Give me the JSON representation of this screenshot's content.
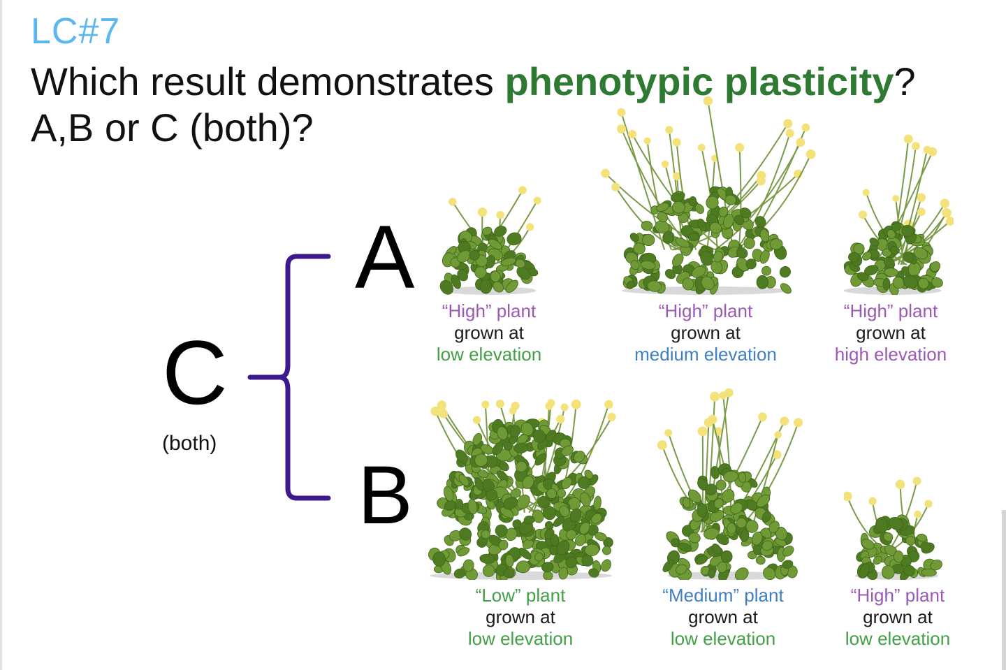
{
  "slide": {
    "code": "LC#7",
    "question_line1_pre": "Which result demonstrates ",
    "question_highlight": "phenotypic plasticity",
    "question_line1_post": "?",
    "question_line2": "A,B or C (both)?",
    "label_a": "A",
    "label_b": "B",
    "label_c": "C",
    "label_both": "(both)"
  },
  "row_a": [
    {
      "plant": "“High” plant",
      "grown": "grown at",
      "elevation": "low elevation",
      "plant_color": "#9b59b6",
      "elevation_color": "#43a047"
    },
    {
      "plant": "“High” plant",
      "grown": "grown at",
      "elevation": "medium elevation",
      "plant_color": "#9b59b6",
      "elevation_color": "#3f7fc2"
    },
    {
      "plant": "“High” plant",
      "grown": "grown at",
      "elevation": "high elevation",
      "plant_color": "#9b59b6",
      "elevation_color": "#9b59b6"
    }
  ],
  "row_b": [
    {
      "plant": "“Low” plant",
      "grown": "grown at",
      "elevation": "low elevation",
      "plant_color": "#43a047",
      "elevation_color": "#43a047"
    },
    {
      "plant": "“Medium” plant",
      "grown": "grown at",
      "elevation": "low elevation",
      "plant_color": "#3f7fc2",
      "elevation_color": "#43a047"
    },
    {
      "plant": "“High” plant",
      "grown": "grown at",
      "elevation": "low elevation",
      "plant_color": "#9b59b6",
      "elevation_color": "#43a047"
    }
  ],
  "colors": {
    "code": "#5ab7f0",
    "highlight": "#2f7a33",
    "brace": "#3d1a8c",
    "leaf": "#6f9a35",
    "leaf_dark": "#4e7a22",
    "flower": "#f3e27a"
  }
}
